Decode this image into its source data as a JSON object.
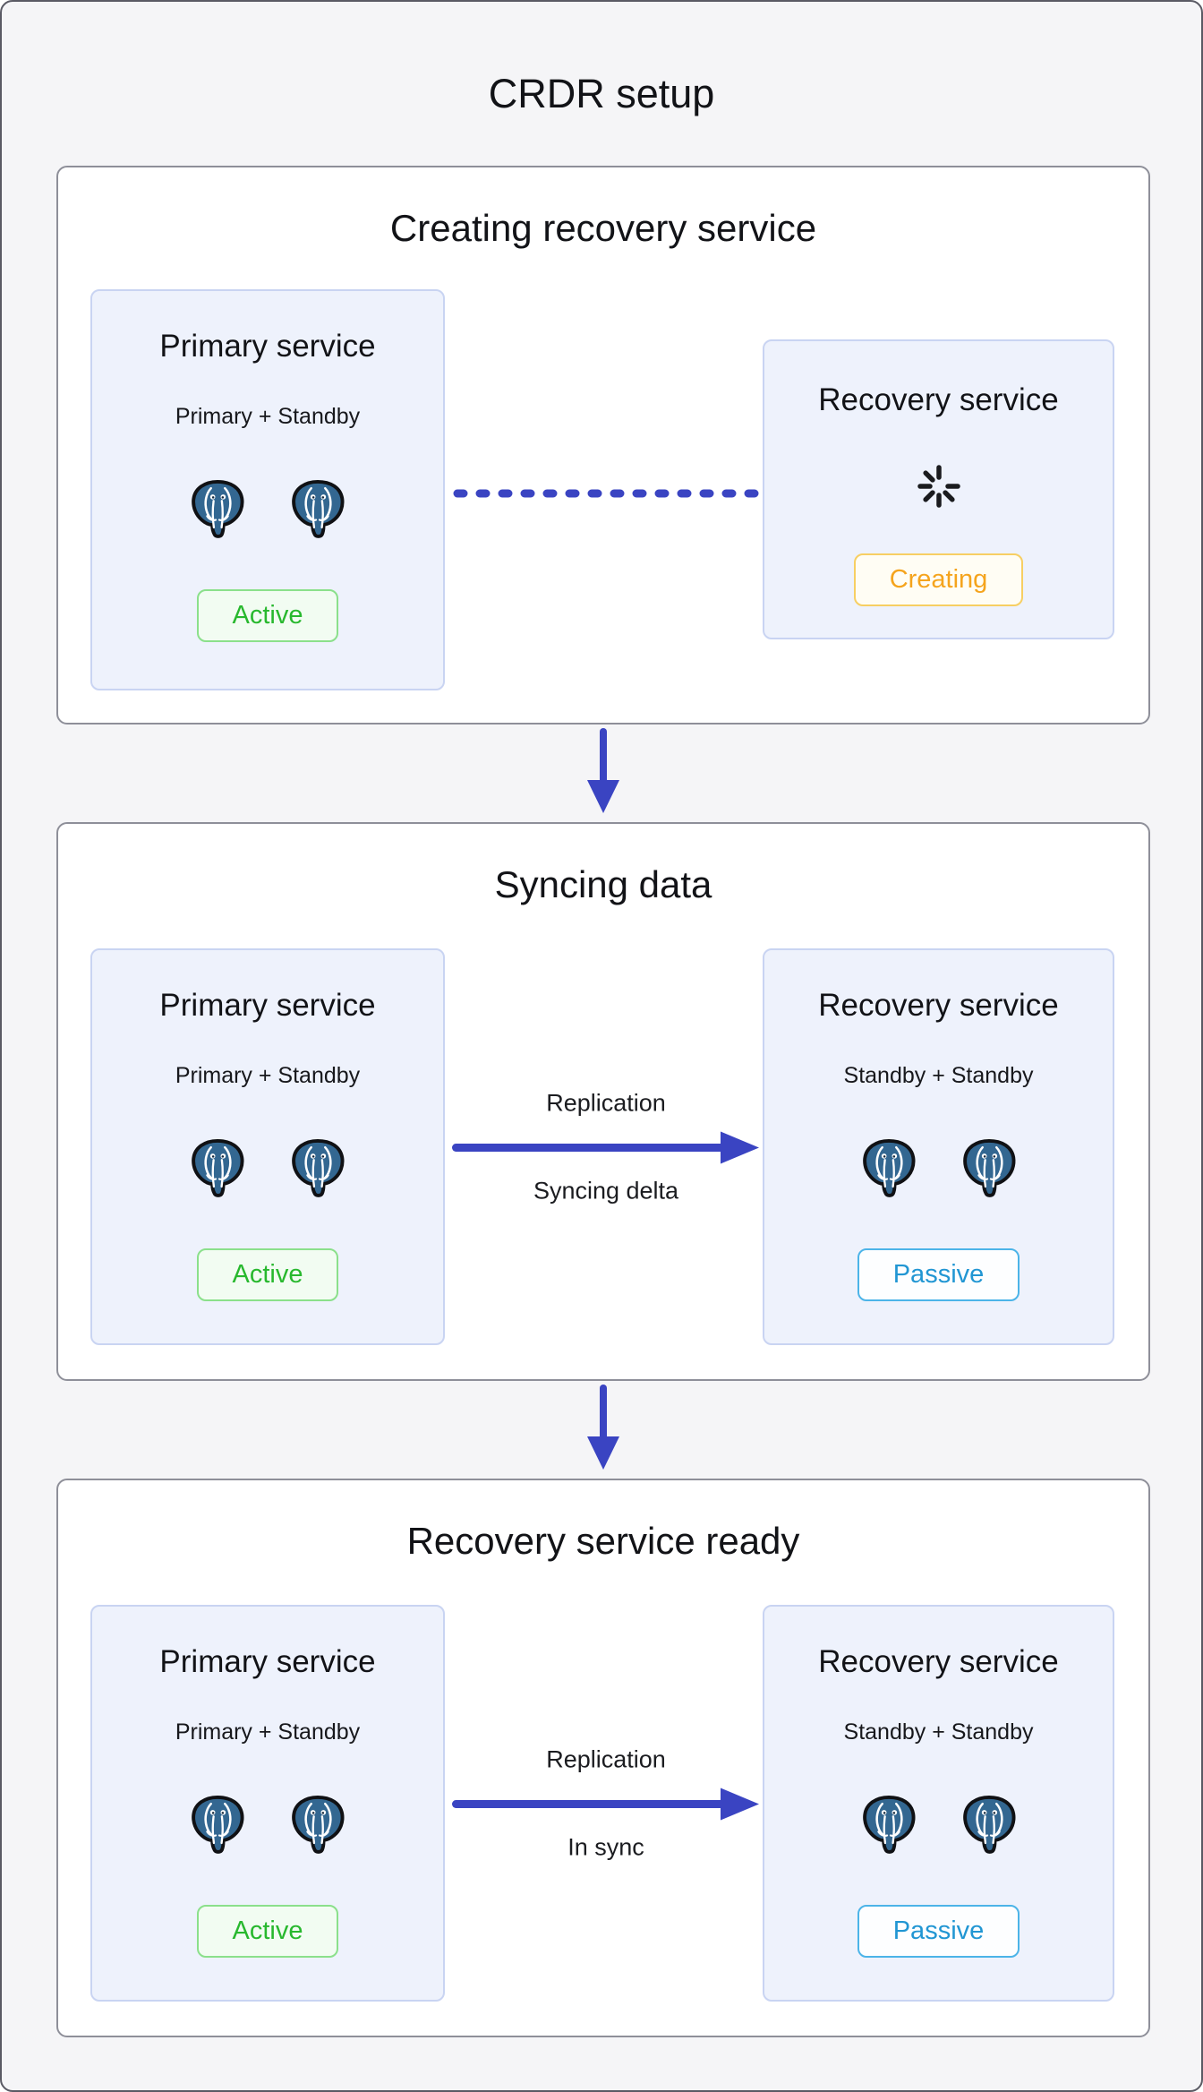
{
  "page": {
    "title": "CRDR setup"
  },
  "colors": {
    "arrow_blue": "#3a44c2",
    "status_active_green": "#28b82e",
    "status_creating_orange": "#f5a41d",
    "status_passive_blue": "#2196d3",
    "postgres_blue": "#336791",
    "panel_background": "#ffffff",
    "card_background": "#eef2fc",
    "page_background": "#f5f5f7"
  },
  "icons": {
    "instance_icon": "postgresql-elephant",
    "creating_icon": "loading-spinner",
    "stage_flow_icon": "arrow-down",
    "replication_icon": "arrow-right"
  },
  "stages": [
    {
      "title": "Creating recovery service",
      "primary": {
        "title": "Primary service",
        "subtitle": "Primary + Standby",
        "instance_count": 2,
        "status": "Active"
      },
      "recovery": {
        "title": "Recovery service",
        "status": "Creating"
      },
      "connector": {
        "style": "dashed"
      }
    },
    {
      "title": "Syncing data",
      "primary": {
        "title": "Primary service",
        "subtitle": "Primary + Standby",
        "instance_count": 2,
        "status": "Active"
      },
      "recovery": {
        "title": "Recovery service",
        "subtitle": "Standby + Standby",
        "instance_count": 2,
        "status": "Passive"
      },
      "connector": {
        "style": "arrow",
        "label_top": "Replication",
        "label_bottom": "Syncing delta"
      }
    },
    {
      "title": "Recovery service ready",
      "primary": {
        "title": "Primary service",
        "subtitle": "Primary + Standby",
        "instance_count": 2,
        "status": "Active"
      },
      "recovery": {
        "title": "Recovery service",
        "subtitle": "Standby + Standby",
        "instance_count": 2,
        "status": "Passive"
      },
      "connector": {
        "style": "arrow",
        "label_top": "Replication",
        "label_bottom": "In sync"
      }
    }
  ]
}
